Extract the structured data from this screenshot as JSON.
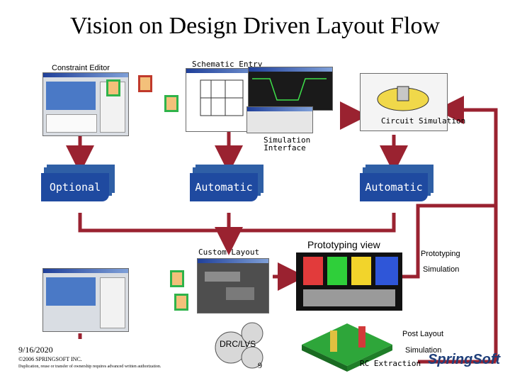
{
  "slide": {
    "title": "Vision on Design Driven Layout Flow",
    "date": "9/16/2020",
    "copyright": "©2006 SPRINGSOFT INC.",
    "disclaimer": "Duplication, reuse or transfer of ownership requires advanced written authorization.",
    "page_number": "9",
    "logo_text": "SpringSoft"
  },
  "labels": {
    "constraint_editor": "Constraint Editor",
    "schematic_entry": "Schematic Entry",
    "circuit_simulation": "Circuit Simulation",
    "simulation_interface_1": "Simulation",
    "simulation_interface_2": "Interface",
    "optional": "Optional",
    "automatic_1": "Automatic",
    "automatic_2": "Automatic",
    "prototyping_view": "Prototyping view",
    "custom_layout": "Custom Layout",
    "prototyping": "Prototyping",
    "simulation": "Simulation",
    "drc_lvs": "DRC/LVS",
    "post_layout": "Post Layout",
    "post_simulation": "Simulation",
    "rc_extraction": "RC Extraction"
  },
  "colors": {
    "flow_arrow": "#9a2230",
    "stack_blue": "#1f4aa0",
    "marker_green": "#2fb34a",
    "marker_red": "#c0392b"
  }
}
